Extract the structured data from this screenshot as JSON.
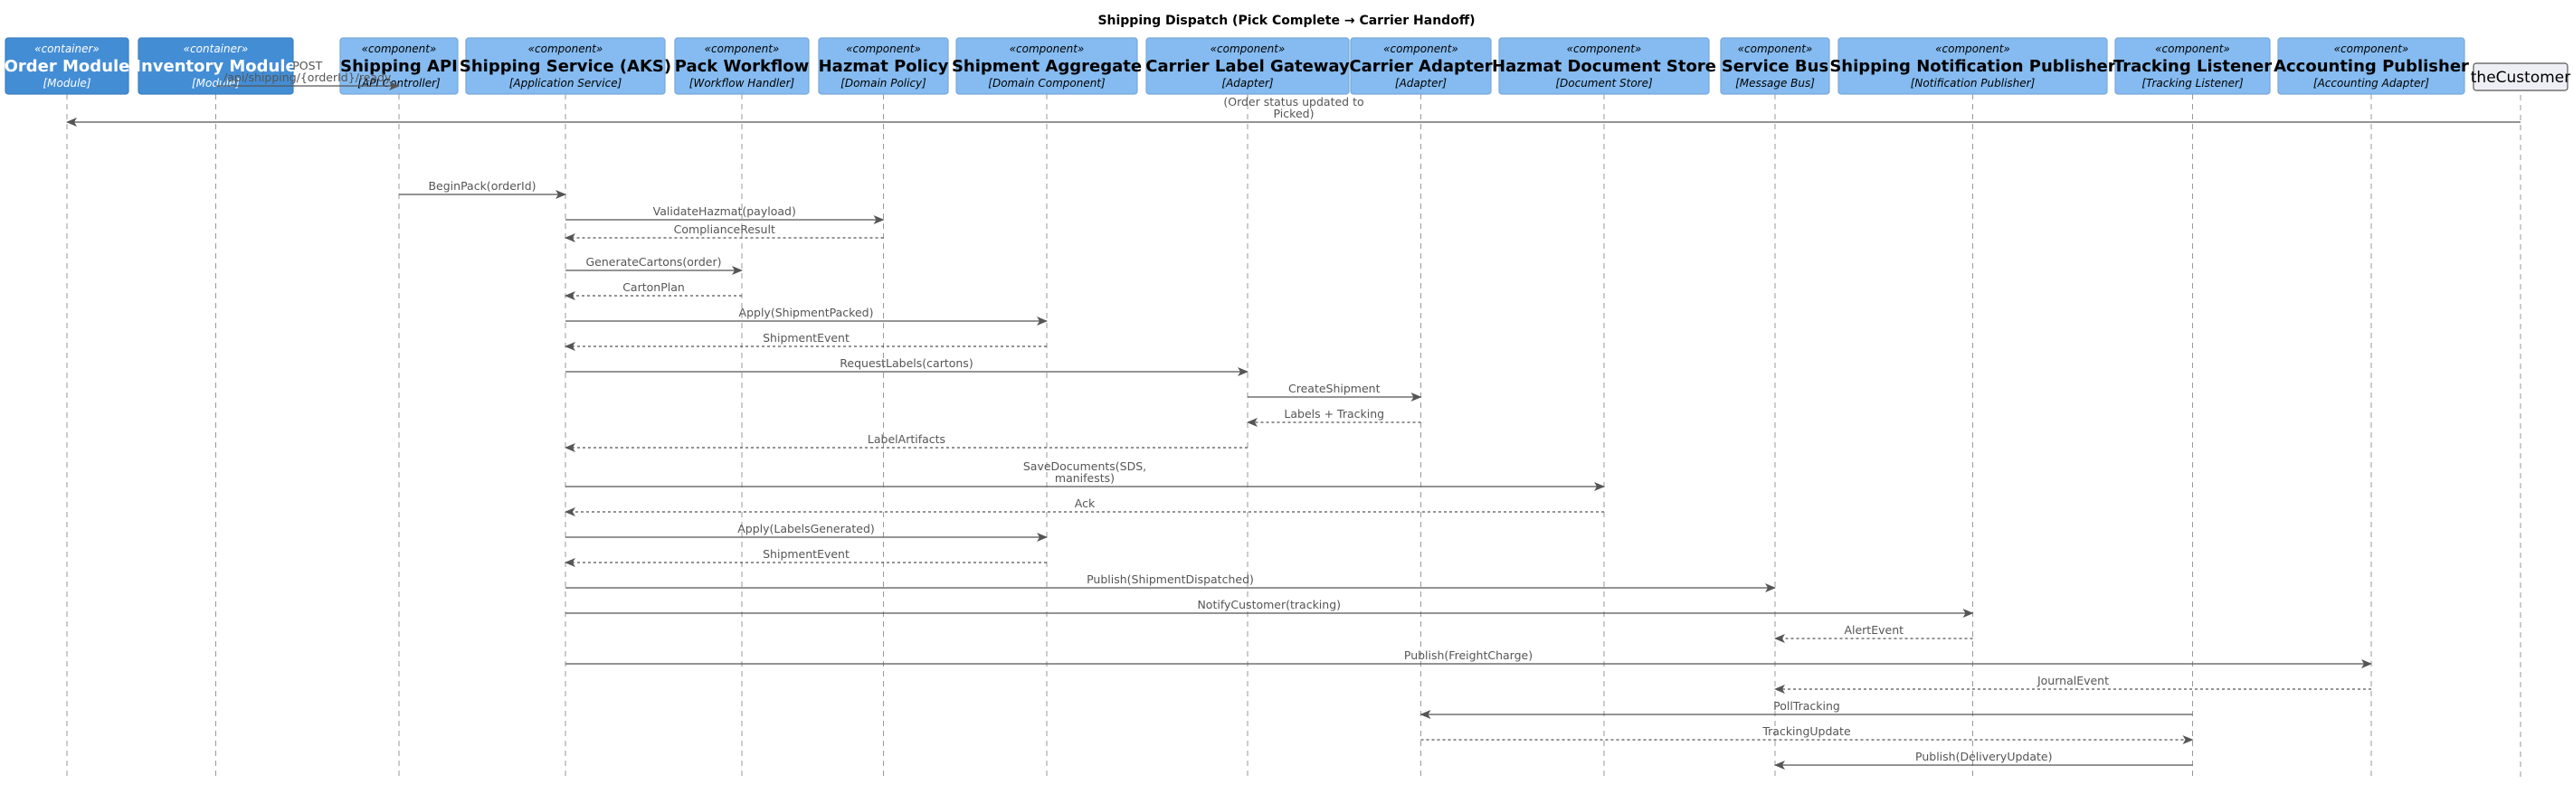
{
  "title": "Shipping Dispatch (Pick Complete → Carrier Handoff)",
  "colors": {
    "container_fill": "#438DD5",
    "container_stroke": "#3C7FC0",
    "container_text": "#FFFFFF",
    "component_fill": "#85BBF0",
    "component_stroke": "#78A8D8",
    "component_text": "#000000",
    "person_fill": "#EEEEF5",
    "person_stroke": "#555555",
    "lifeline": "#999999",
    "arrow": "#555555"
  },
  "participants": [
    {
      "id": "order",
      "kind": "container",
      "stereotype": "«container»",
      "name": "Order Module",
      "tech": "[Module]"
    },
    {
      "id": "inventory",
      "kind": "container",
      "stereotype": "«container»",
      "name": "Inventory Module",
      "tech": "[Module]"
    },
    {
      "id": "shipapi",
      "kind": "component",
      "stereotype": "«component»",
      "name": "Shipping API",
      "tech": "[API Controller]"
    },
    {
      "id": "shipsvc",
      "kind": "component",
      "stereotype": "«component»",
      "name": "Shipping Service (AKS)",
      "tech": "[Application Service]"
    },
    {
      "id": "pack",
      "kind": "component",
      "stereotype": "«component»",
      "name": "Pack Workflow",
      "tech": "[Workflow Handler]"
    },
    {
      "id": "hazmat",
      "kind": "component",
      "stereotype": "«component»",
      "name": "Hazmat Policy",
      "tech": "[Domain Policy]"
    },
    {
      "id": "shipagg",
      "kind": "component",
      "stereotype": "«component»",
      "name": "Shipment Aggregate",
      "tech": "[Domain Component]"
    },
    {
      "id": "carriergw",
      "kind": "component",
      "stereotype": "«component»",
      "name": "Carrier Label Gateway",
      "tech": "[Adapter]"
    },
    {
      "id": "carrier",
      "kind": "component",
      "stereotype": "«component»",
      "name": "Carrier Adapter",
      "tech": "[Adapter]"
    },
    {
      "id": "docstore",
      "kind": "component",
      "stereotype": "«component»",
      "name": "Hazmat Document Store",
      "tech": "[Document Store]"
    },
    {
      "id": "bus",
      "kind": "component",
      "stereotype": "«component»",
      "name": "Service Bus",
      "tech": "[Message Bus]"
    },
    {
      "id": "notify",
      "kind": "component",
      "stereotype": "«component»",
      "name": "Shipping Notification Publisher",
      "tech": "[Notification Publisher]"
    },
    {
      "id": "tracking",
      "kind": "component",
      "stereotype": "«component»",
      "name": "Tracking Listener",
      "tech": "[Tracking Listener]"
    },
    {
      "id": "accounting",
      "kind": "component",
      "stereotype": "«component»",
      "name": "Accounting Publisher",
      "tech": "[Accounting Adapter]"
    },
    {
      "id": "customer",
      "kind": "plain",
      "stereotype": "",
      "name": "theCustomer",
      "tech": ""
    }
  ],
  "messages": [
    {
      "from": "inventory",
      "to": "shipapi",
      "lines": [
        "POST",
        "/api/shipping/{orderId}/ready"
      ],
      "dashed": false
    },
    {
      "from": "customer",
      "to": "order",
      "lines": [
        "(Order status updated to",
        "Picked)"
      ],
      "dashed": false
    },
    {
      "from": "shipapi",
      "to": "shipsvc",
      "lines": [
        "BeginPack(orderId)"
      ],
      "dashed": false
    },
    {
      "from": "shipsvc",
      "to": "hazmat",
      "lines": [
        "ValidateHazmat(payload)"
      ],
      "dashed": false
    },
    {
      "from": "hazmat",
      "to": "shipsvc",
      "lines": [
        "ComplianceResult"
      ],
      "dashed": true
    },
    {
      "from": "shipsvc",
      "to": "pack",
      "lines": [
        "GenerateCartons(order)"
      ],
      "dashed": false
    },
    {
      "from": "pack",
      "to": "shipsvc",
      "lines": [
        "CartonPlan"
      ],
      "dashed": true
    },
    {
      "from": "shipsvc",
      "to": "shipagg",
      "lines": [
        "Apply(ShipmentPacked)"
      ],
      "dashed": false
    },
    {
      "from": "shipagg",
      "to": "shipsvc",
      "lines": [
        "ShipmentEvent"
      ],
      "dashed": true
    },
    {
      "from": "shipsvc",
      "to": "carriergw",
      "lines": [
        "RequestLabels(cartons)"
      ],
      "dashed": false
    },
    {
      "from": "carriergw",
      "to": "carrier",
      "lines": [
        "CreateShipment"
      ],
      "dashed": false
    },
    {
      "from": "carrier",
      "to": "carriergw",
      "lines": [
        "Labels + Tracking"
      ],
      "dashed": true
    },
    {
      "from": "carriergw",
      "to": "shipsvc",
      "lines": [
        "LabelArtifacts"
      ],
      "dashed": true
    },
    {
      "from": "shipsvc",
      "to": "docstore",
      "lines": [
        "SaveDocuments(SDS,",
        "manifests)"
      ],
      "dashed": false
    },
    {
      "from": "docstore",
      "to": "shipsvc",
      "lines": [
        "Ack"
      ],
      "dashed": true
    },
    {
      "from": "shipsvc",
      "to": "shipagg",
      "lines": [
        "Apply(LabelsGenerated)"
      ],
      "dashed": false
    },
    {
      "from": "shipagg",
      "to": "shipsvc",
      "lines": [
        "ShipmentEvent"
      ],
      "dashed": true
    },
    {
      "from": "shipsvc",
      "to": "bus",
      "lines": [
        "Publish(ShipmentDispatched)"
      ],
      "dashed": false
    },
    {
      "from": "shipsvc",
      "to": "notify",
      "lines": [
        "NotifyCustomer(tracking)"
      ],
      "dashed": false
    },
    {
      "from": "notify",
      "to": "bus",
      "lines": [
        "AlertEvent"
      ],
      "dashed": true
    },
    {
      "from": "shipsvc",
      "to": "accounting",
      "lines": [
        "Publish(FreightCharge)"
      ],
      "dashed": false
    },
    {
      "from": "accounting",
      "to": "bus",
      "lines": [
        "JournalEvent"
      ],
      "dashed": true
    },
    {
      "from": "tracking",
      "to": "carrier",
      "lines": [
        "PollTracking"
      ],
      "dashed": false
    },
    {
      "from": "carrier",
      "to": "tracking",
      "lines": [
        "TrackingUpdate"
      ],
      "dashed": true
    },
    {
      "from": "tracking",
      "to": "bus",
      "lines": [
        "Publish(DeliveryUpdate)"
      ],
      "dashed": false
    }
  ]
}
